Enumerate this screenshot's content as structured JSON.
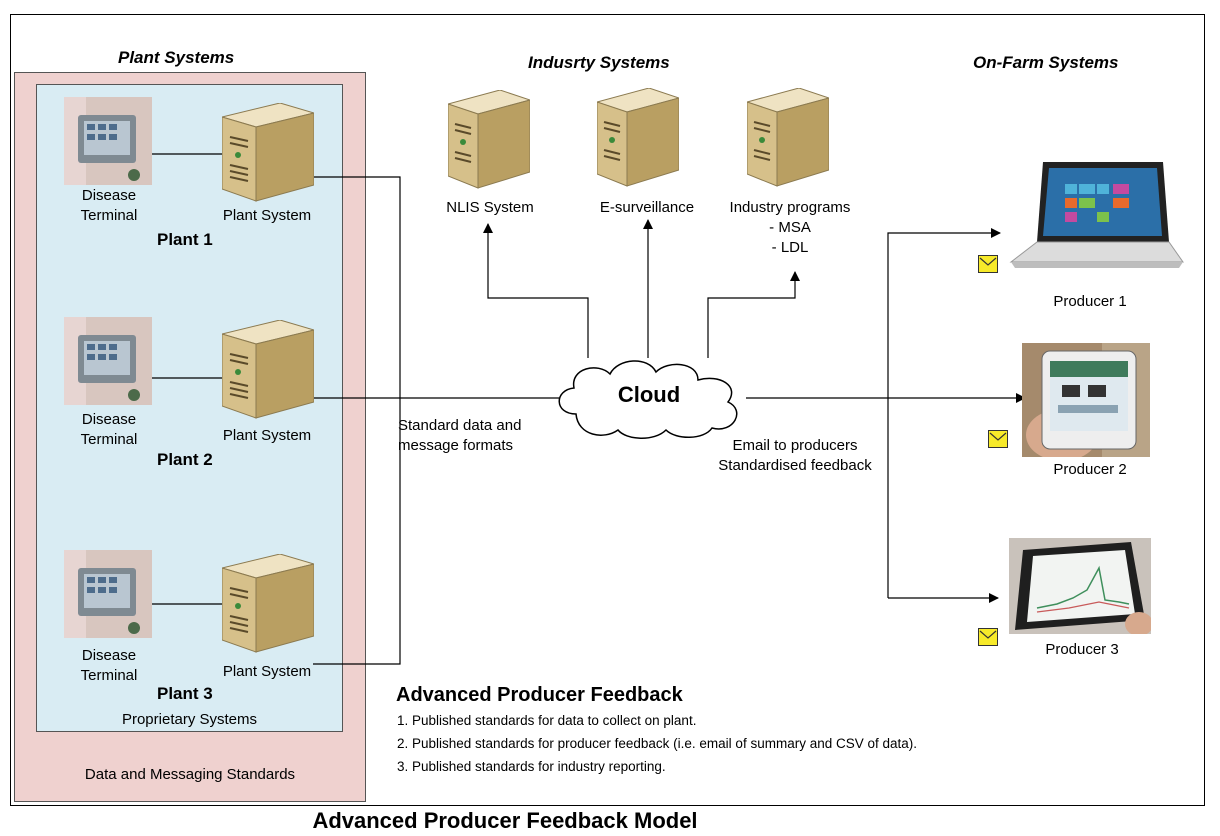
{
  "sections": {
    "plant": "Plant Systems",
    "industry": "Indusrty Systems",
    "on_farm": "On-Farm Systems"
  },
  "plants": [
    {
      "terminal_label": "Disease\nTerminal",
      "system_label": "Plant System",
      "plant_label": "Plant 1"
    },
    {
      "terminal_label": "Disease\nTerminal",
      "system_label": "Plant System",
      "plant_label": "Plant 2"
    },
    {
      "terminal_label": "Disease\nTerminal",
      "system_label": "Plant System",
      "plant_label": "Plant 3"
    }
  ],
  "proprietary_label": "Proprietary Systems",
  "standards_label": "Data and Messaging Standards",
  "industry_systems": [
    {
      "label": "NLIS System"
    },
    {
      "label": "E-surveillance"
    },
    {
      "label": "Industry programs\n- MSA\n- LDL"
    }
  ],
  "cloud_label": "Cloud",
  "left_connector_label": "Standard data and\nmessage formats",
  "right_connector_label": "Email to producers\nStandardised feedback",
  "producers": [
    {
      "label": "Producer 1"
    },
    {
      "label": "Producer 2"
    },
    {
      "label": "Producer 3"
    }
  ],
  "feedback": {
    "title": "Advanced Producer Feedback",
    "items": [
      "1. Published standards for data to collect on plant.",
      "2. Published standards for producer feedback (i.e. email of summary and CSV of data).",
      "3. Published standards for industry reporting."
    ]
  },
  "figure_title": "Advanced Producer Feedback Model",
  "colors": {
    "outer_box": "#efd1cf",
    "inner_box": "#d9ecf3",
    "server": "#d6c08a",
    "mail": "#f7ea2a"
  }
}
